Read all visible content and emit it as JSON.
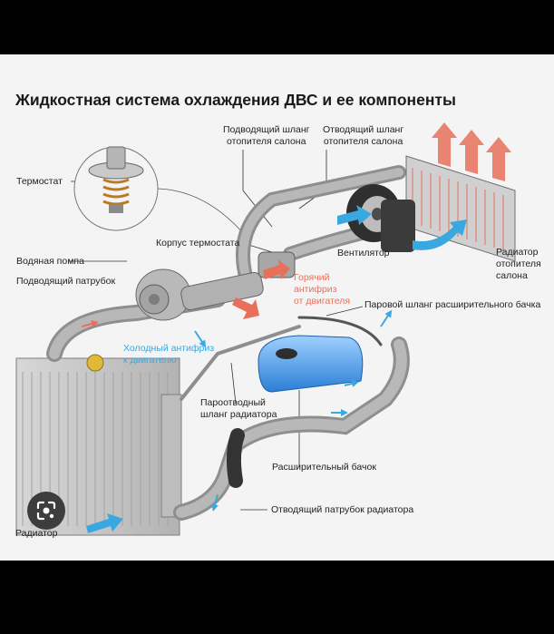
{
  "title": "Жидкостная система охлаждения ДВС и ее компоненты",
  "labels": {
    "heater_inlet_hose": "Подводящий шланг\nотопителя салона",
    "heater_outlet_hose": "Отводящий шланг\nотопителя салона",
    "thermostat": "Термостат",
    "thermostat_housing": "Корпус термостата",
    "fan": "Вентилятор",
    "heater_radiator": "Радиатор\nотопителя\nсалона",
    "water_pump": "Водяная помпа",
    "inlet_pipe": "Подводящий патрубок",
    "hot_antifreeze": "Горячий\nантифриз\nот двигателя",
    "expansion_steam_hose": "Паровой шланг расширительного бачка",
    "cold_antifreeze": "Холодный антифриз\nк двигателю",
    "radiator_steam_hose": "Пароотводный\nшланг радиатора",
    "expansion_tank": "Расширительный бачок",
    "radiator_outlet_pipe": "Отводящий патрубок радиатора",
    "radiator": "Радиатор"
  },
  "colors": {
    "hot": "#e8705b",
    "cold": "#3aa8e0",
    "hose": "#9a9a9a",
    "tank": "#3b8de0",
    "background": "#f4f4f4"
  },
  "icons": {
    "lens_badge": "google-lens-icon"
  }
}
